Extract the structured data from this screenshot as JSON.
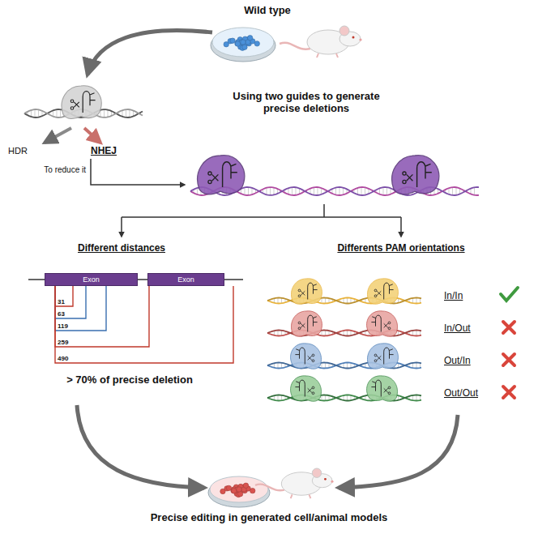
{
  "diagram": {
    "nodes": [
      {
        "text": [
          "Exon"
        ]
      },
      {
        "text": [
          "Exon"
        ]
      }
    ],
    "labels": [
      "Wild type",
      "HDR",
      "NHEJ",
      "To reduce it",
      "Using two guides to generate precise deletions",
      "Different distances",
      "Differents PAM orientations",
      "31",
      "63",
      "119",
      "259",
      "490",
      "> 70% of precise deletion",
      "In/In",
      "In/Out",
      "Out/In",
      "Out/Out",
      "Precise editing in generated cell/animal models"
    ]
  }
}
